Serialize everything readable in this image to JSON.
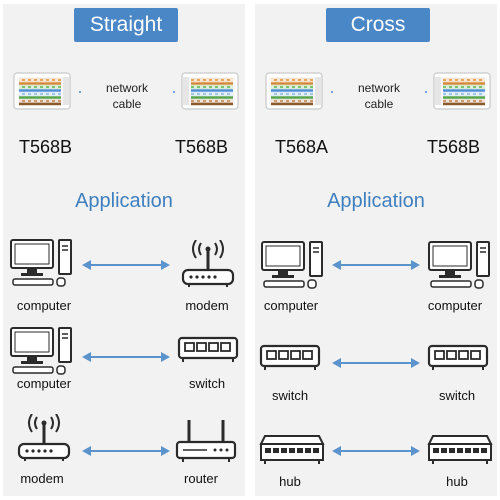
{
  "panels": [
    {
      "title": "Straight",
      "cable_line1": "network",
      "cable_line2": "cable",
      "left_standard": "T568B",
      "right_standard": "T568B",
      "section_title": "Application",
      "rows": [
        {
          "left": "computer",
          "right": "modem"
        },
        {
          "left": "computer",
          "right": "switch"
        },
        {
          "left": "modem",
          "right": "router"
        }
      ]
    },
    {
      "title": "Cross",
      "cable_line1": "network",
      "cable_line2": "cable",
      "left_standard": "T568A",
      "right_standard": "T568B",
      "section_title": "Application",
      "rows": [
        {
          "left": "computer",
          "right": "computer"
        },
        {
          "left": "switch",
          "right": "switch"
        },
        {
          "left": "hub",
          "right": "hub"
        }
      ]
    }
  ],
  "colors": {
    "accent": "#4a87c6",
    "panel_bg": "#f2f2f2",
    "arrow": "#5b93cc",
    "icon_stroke": "#2b2b2b"
  },
  "icons": [
    "computer-icon",
    "modem-icon",
    "switch-icon",
    "router-icon",
    "hub-icon",
    "rj45-plug-icon",
    "double-arrow-icon"
  ]
}
